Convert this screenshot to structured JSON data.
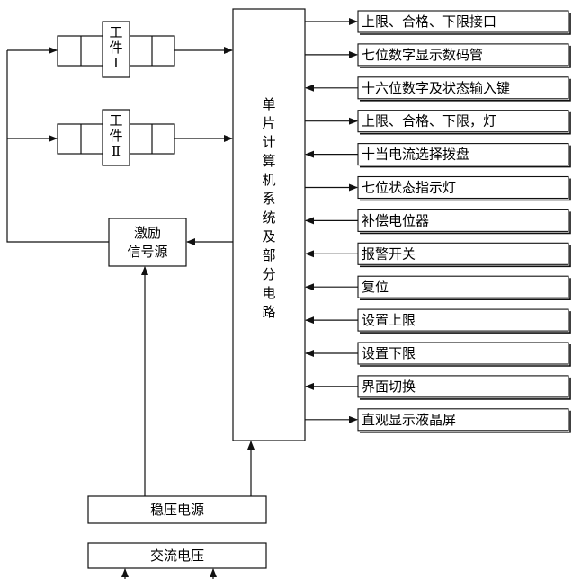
{
  "mcu": {
    "label_chars": [
      "单",
      "片",
      "计",
      "算",
      "机",
      "系",
      "统",
      "及",
      "部",
      "分",
      "电",
      "路"
    ]
  },
  "workpiece1": {
    "label_chars": [
      "工",
      "件",
      "Ⅰ"
    ]
  },
  "workpiece2": {
    "label_chars": [
      "工",
      "件",
      "Ⅱ"
    ]
  },
  "excitation": {
    "label_lines": [
      "激励",
      "信号源"
    ]
  },
  "power": {
    "regulated_label": "稳压电源",
    "ac_label": "交流电压"
  },
  "peripherals": [
    {
      "label": "上限、合格、下限接口",
      "direction": "out"
    },
    {
      "label": "七位数字显示数码管",
      "direction": "out"
    },
    {
      "label": "十六位数字及状态输入键",
      "direction": "in"
    },
    {
      "label": "上限、合格、下限，灯",
      "direction": "out"
    },
    {
      "label": "十当电流选择拨盘",
      "direction": "in"
    },
    {
      "label": "七位状态指示灯",
      "direction": "out"
    },
    {
      "label": "补偿电位器",
      "direction": "in"
    },
    {
      "label": "报警开关",
      "direction": "in"
    },
    {
      "label": "复位",
      "direction": "in"
    },
    {
      "label": "设置上限",
      "direction": "in"
    },
    {
      "label": "设置下限",
      "direction": "in"
    },
    {
      "label": "界面切换",
      "direction": "in"
    },
    {
      "label": "直观显示液晶屏",
      "direction": "out"
    }
  ]
}
